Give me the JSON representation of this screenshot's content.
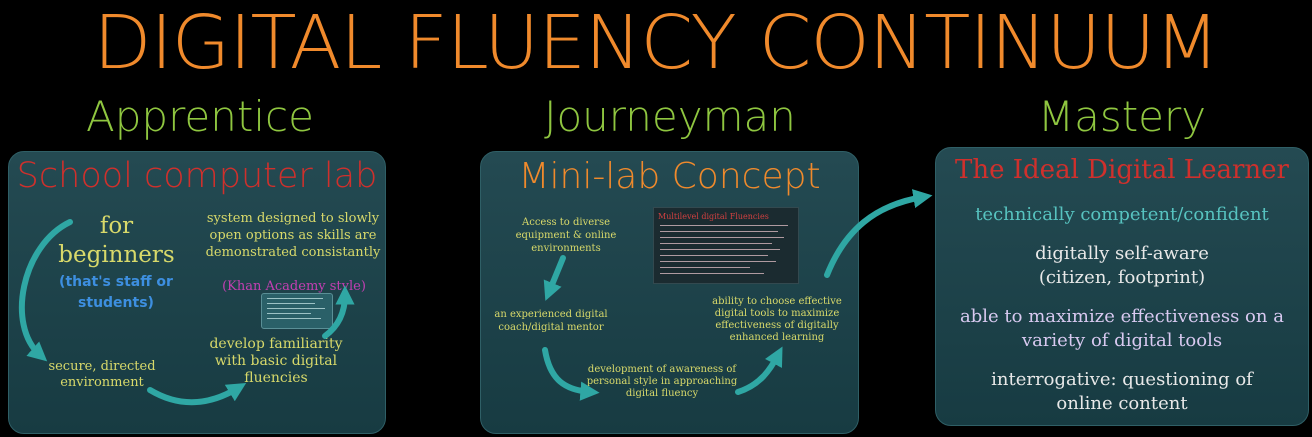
{
  "title": "DIGITAL FLUENCY CONTINUUM",
  "stages": [
    {
      "label": "Apprentice"
    },
    {
      "label": "Journeyman"
    },
    {
      "label": "Mastery"
    }
  ],
  "apprentice": {
    "heading": "School computer lab",
    "for_beginners": "for beginners",
    "audience": "(that's staff or students)",
    "system": "system designed to slowly open options as skills are demonstrated consistantly",
    "khan": "(Khan Academy style)",
    "secure": "secure, directed environment",
    "develop": "develop familiarity with basic digital fluencies"
  },
  "journeyman": {
    "heading": "Mini-lab Concept",
    "access": "Access to diverse equipment & online environments",
    "box_title": "Multilevel digital Fluencies",
    "coach": "an experienced digital coach/digital mentor",
    "awareness": "development of awareness of personal style in approaching digital fluency",
    "choose": "ability to choose effective digital tools to maximize effectiveness of digitally enhanced learning"
  },
  "mastery": {
    "heading": "The Ideal Digital Learner",
    "items": [
      "technically competent/confident",
      "digitally self-aware (citizen, footprint)",
      "able to maximize effectiveness on a variety of digital tools",
      "interrogative: questioning of online content"
    ]
  },
  "colors": {
    "title": "#f08a2c",
    "stage": "#8fc640",
    "apprentice_heading": "#d0302c",
    "journeyman_heading": "#f08a2c",
    "mastery_heading": "#d0302c",
    "yellow_text": "#d8d96a",
    "blue_text": "#3d8fe0",
    "magenta_text": "#c43fb3",
    "teal_text": "#57c3c0",
    "arrow": "#2fa7a4"
  }
}
